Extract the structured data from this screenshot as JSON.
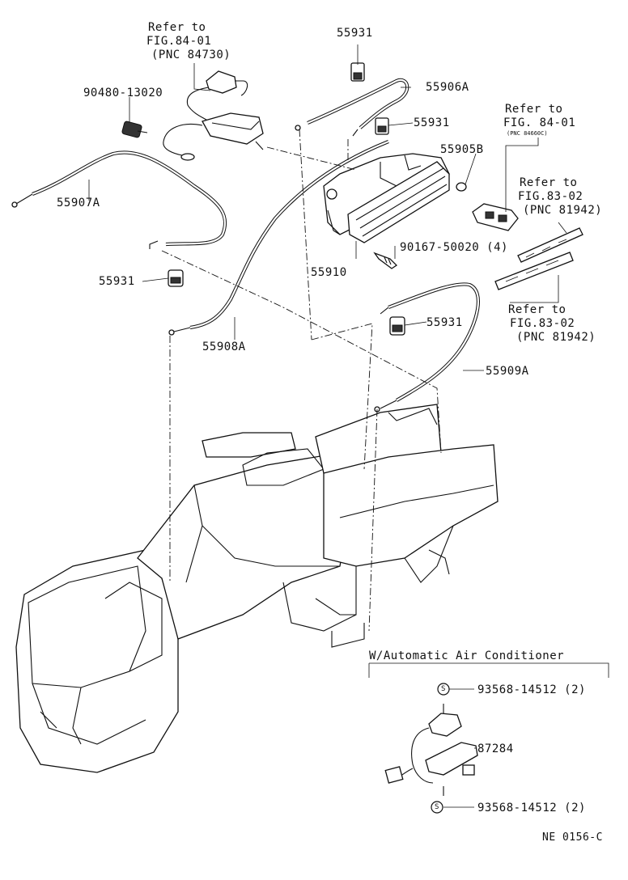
{
  "labels": {
    "ref_top_1": "Refer to",
    "ref_top_2": "FIG.84-01",
    "ref_top_3": "(PNC 84730)",
    "p_90480": "90480-13020",
    "p_55907a": "55907A",
    "p_55931_top": "55931",
    "p_55906a": "55906A",
    "p_55931_b": "55931",
    "p_55905b": "55905B",
    "ref_r1_1": "Refer to",
    "ref_r1_2": "FIG. 84-01",
    "ref_r1_3": "(PNC 84660C)",
    "ref_r2_1": "Refer to",
    "ref_r2_2": "FIG.83-02",
    "ref_r2_3": "(PNC 81942)",
    "p_90167": "90167-50020 (4)",
    "p_55910": "55910",
    "p_55931_left": "55931",
    "ref_r3_1": "Refer to",
    "ref_r3_2": "FIG.83-02",
    "ref_r3_3": "(PNC 81942)",
    "p_55931_right": "55931",
    "p_55908a": "55908A",
    "p_55909a": "55909A",
    "wac_caption": "W/Automatic Air Conditioner",
    "p_93568_top": "93568-14512 (2)",
    "p_87284": "87284",
    "p_93568_bot": "93568-14512 (2)",
    "s_mark": "S",
    "drawing_code": "NE 0156-C"
  }
}
